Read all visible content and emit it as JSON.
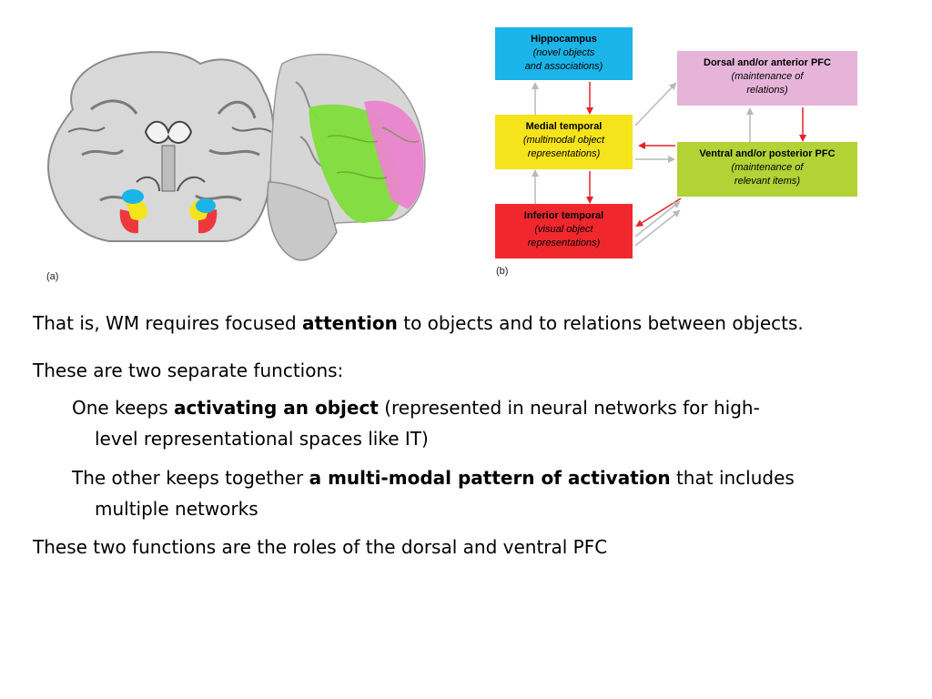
{
  "figure": {
    "panel_a_label": "(a)",
    "panel_b_label": "(b)",
    "colors": {
      "cyan": "#1ab4e8",
      "yellow": "#f5e31b",
      "red": "#f0282d",
      "pink": "#e6b4d8",
      "green": "#b2d235",
      "arrow_gray": "#b9b9b9",
      "arrow_red": "#e8202a"
    },
    "boxes": {
      "hippocampus": {
        "title": "Hippocampus",
        "line1": "(novel objects",
        "line2": "and associations)"
      },
      "medial_temporal": {
        "title": "Medial temporal",
        "line1": "(multimodal object",
        "line2": "representations)"
      },
      "inferior_temporal": {
        "title": "Inferior temporal",
        "line1": "(visual object",
        "line2": "representations)"
      },
      "dorsal_pfc": {
        "title": "Dorsal and/or anterior PFC",
        "line1": "(maintenance of",
        "line2": "relations)"
      },
      "ventral_pfc": {
        "title": "Ventral and/or posterior PFC",
        "line1": "(maintenance of",
        "line2": "relevant items)"
      }
    }
  },
  "text": {
    "p1_a": "That is, WM requires focused ",
    "p1_b": "attention",
    "p1_c": " to objects and to relations between objects.",
    "p2": "These are two separate functions:",
    "p3_a": "One keeps ",
    "p3_b": "activating an object",
    "p3_c": " (represented in neural networks for high-",
    "p3_d": "level representational spaces like IT)",
    "p4_a": "The other keeps together ",
    "p4_b": "a multi-modal pattern of activation",
    "p4_c": " that includes",
    "p4_d": "multiple networks",
    "p5": "These two functions are the roles of the dorsal and ventral PFC"
  }
}
